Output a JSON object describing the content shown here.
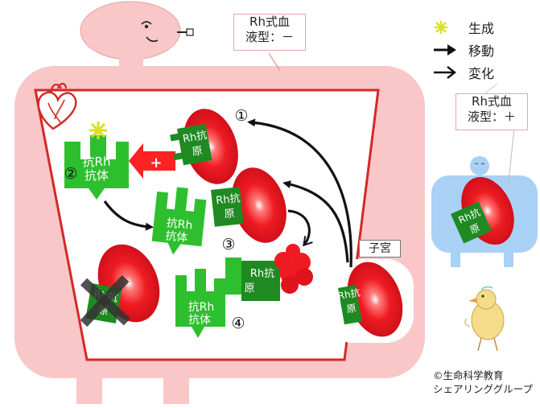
{
  "legend": {
    "generate": "生成",
    "move": "移動",
    "change": "変化"
  },
  "mother": {
    "rh_line1": "Rh式血",
    "rh_line2": "液型：－"
  },
  "fetus": {
    "rh_line1": "Rh式血",
    "rh_line2": "液型：＋"
  },
  "labels": {
    "antibody_line1": "抗Rh",
    "antibody_line2": "抗体",
    "antigen_line1": "Rh抗",
    "antigen_line2": "原",
    "uterus": "子宮",
    "plus": "+"
  },
  "steps": {
    "s1": "①",
    "s2": "②",
    "s3": "③",
    "s4": "④"
  },
  "credit": {
    "line1": "©生命科学教育",
    "line2": "シェアリンググループ"
  },
  "colors": {
    "body_pink": "#f9c7c7",
    "frame_red": "#d42828",
    "antibody_green": "#2ebf2e",
    "antigen_green": "#1f8a22",
    "rbc_red": "#e0121b",
    "fetus_blue": "#a9d1f5",
    "star_yellow": "#d9e021"
  }
}
